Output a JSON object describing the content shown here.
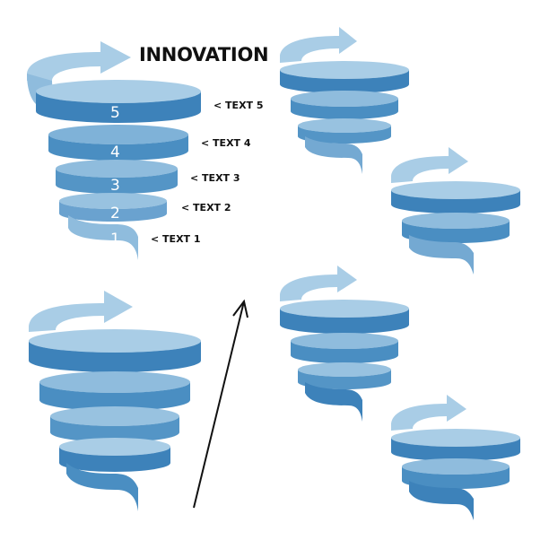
{
  "title": "INNOVATION",
  "levels": [
    {
      "number": "5",
      "label": "< TEXT 5"
    },
    {
      "number": "4",
      "label": "< TEXT 4"
    },
    {
      "number": "3",
      "label": "< TEXT 3"
    },
    {
      "number": "2",
      "label": "< TEXT 2"
    },
    {
      "number": "1",
      "label": "< TEXT 1"
    }
  ],
  "colors": {
    "band_dark": "#3d82ba",
    "band_mid": "#5495c6",
    "band_light": "#74a9d2",
    "band_pale": "#8fbcdd",
    "arrow": "#a9cde6",
    "inner": "#7fb2d8",
    "line": "#111111"
  }
}
